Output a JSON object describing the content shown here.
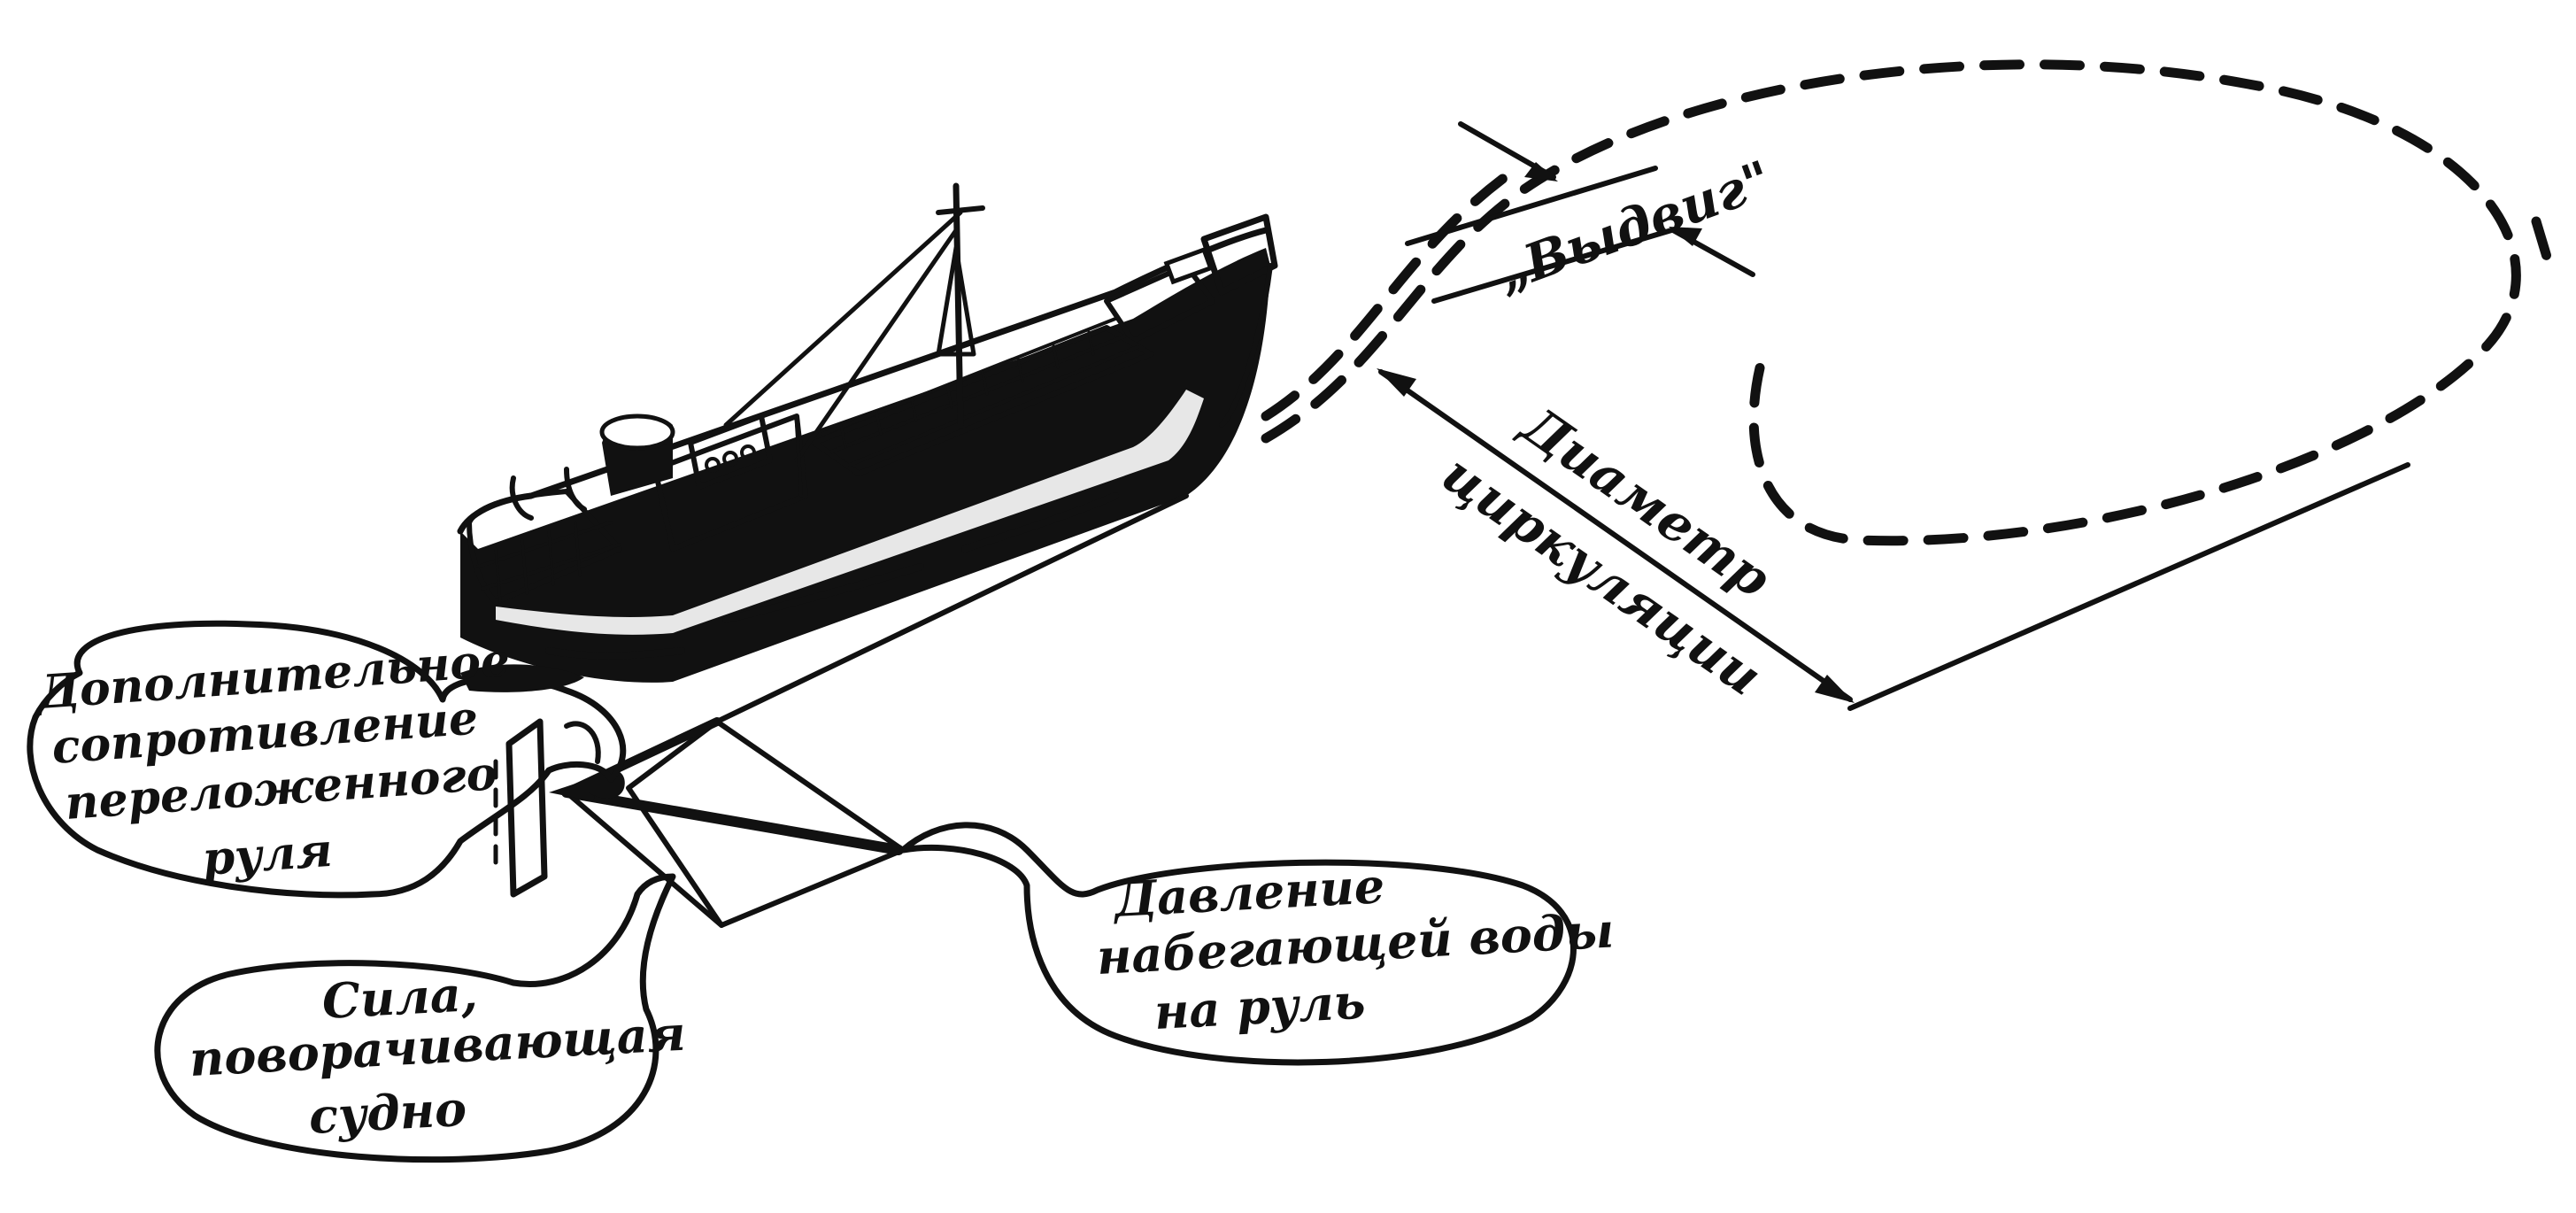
{
  "labels": {
    "advance": "„Выдвиг\"",
    "diameter_line1": "Диаметр",
    "diameter_line2": "циркуляции",
    "extra_resistance_line1": "Дополнительное",
    "extra_resistance_line2": "сопротивление",
    "extra_resistance_line3": "переложенного",
    "extra_resistance_line4": "руля",
    "water_pressure_line1": "Давление",
    "water_pressure_line2": "набегающей воды",
    "water_pressure_line3": "на руль",
    "turning_force_line1": "Сила,",
    "turning_force_line2": "поворачивающая",
    "turning_force_line3": "судно"
  },
  "colors": {
    "ink": "#111111",
    "background": "#ffffff"
  }
}
